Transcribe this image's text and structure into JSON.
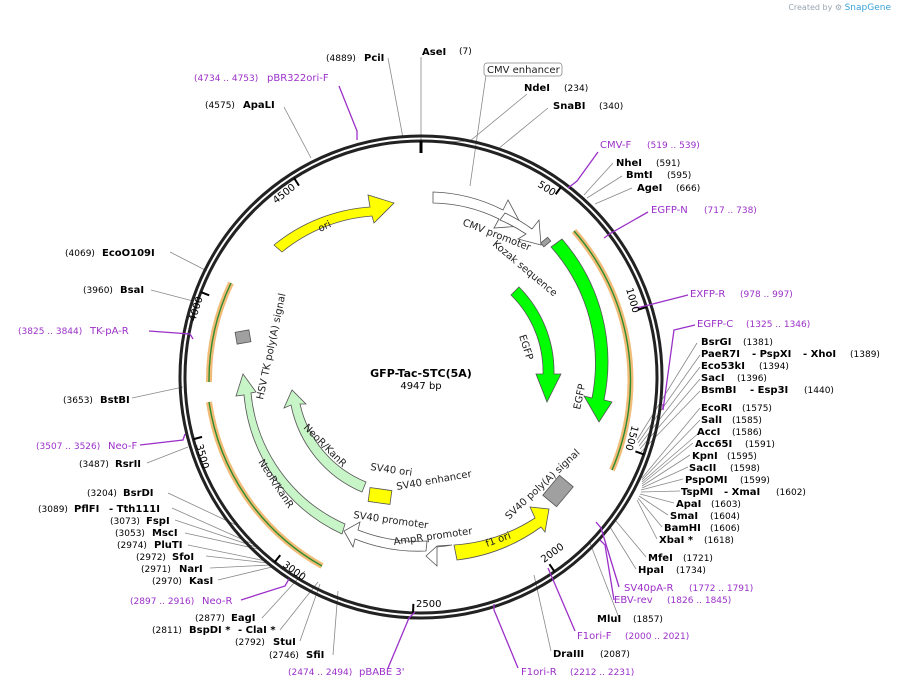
{
  "app": {
    "credit_prefix": "Created by",
    "credit_brand": "SnapGene"
  },
  "plasmid": {
    "name": "GFP-Tac-STC(5A)",
    "length_label": "4947 bp",
    "length": 4947
  },
  "ticks": [
    {
      "pos": 500,
      "label": "500"
    },
    {
      "pos": 1000,
      "label": "1000"
    },
    {
      "pos": 1500,
      "label": "1500"
    },
    {
      "pos": 2000,
      "label": "2000"
    },
    {
      "pos": 2500,
      "label": "2500"
    },
    {
      "pos": 3000,
      "label": "3000"
    },
    {
      "pos": 3500,
      "label": "3500"
    },
    {
      "pos": 4000,
      "label": "4000"
    },
    {
      "pos": 4500,
      "label": "4500"
    }
  ],
  "features": [
    {
      "name": "CMV enhancer",
      "label": "CMV enhancer",
      "boxed": true
    },
    {
      "name": "CMV promoter",
      "label": "CMV promoter"
    },
    {
      "name": "Kozak sequence",
      "label": "Kozak sequence"
    },
    {
      "name": "EGFP-inner",
      "label": "EGFP"
    },
    {
      "name": "EGFP-outer",
      "label": "EGFP"
    },
    {
      "name": "SV40 poly(A) signal",
      "label": "SV40 poly(A) signal"
    },
    {
      "name": "f1 ori",
      "label": "f1 ori"
    },
    {
      "name": "AmpR promoter",
      "label": "AmpR promoter"
    },
    {
      "name": "SV40 promoter",
      "label": "SV40 promoter"
    },
    {
      "name": "SV40 enhancer",
      "label": "SV40 enhancer"
    },
    {
      "name": "SV40 ori",
      "label": "SV40 ori"
    },
    {
      "name": "NeoR/KanR-outer",
      "label": "NeoR/KanR"
    },
    {
      "name": "NeoR/KanR-inner",
      "label": "NeoR/KanR"
    },
    {
      "name": "HSV TK poly(A) signal",
      "label": "HSV TK poly(A) signal"
    },
    {
      "name": "ori",
      "label": "ori"
    }
  ],
  "enzymes": [
    {
      "name": "AseI",
      "pos": "(7)"
    },
    {
      "name": "NdeI",
      "pos": "(234)"
    },
    {
      "name": "SnaBI",
      "pos": "(340)"
    },
    {
      "name": "NheI",
      "pos": "(591)"
    },
    {
      "name": "BmtI",
      "pos": "(595)"
    },
    {
      "name": "AgeI",
      "pos": "(666)"
    },
    {
      "name": "BsrGI",
      "pos": "(1381)"
    },
    {
      "name": "PaeR7I",
      "extra": "- PspXI",
      "extra2": "- XhoI",
      "pos": "(1389)"
    },
    {
      "name": "Eco53kI",
      "pos": "(1394)"
    },
    {
      "name": "SacI",
      "pos": "(1396)"
    },
    {
      "name": "BsmBI",
      "extra": "- Esp3I",
      "pos": "(1440)"
    },
    {
      "name": "EcoRI",
      "pos": "(1575)"
    },
    {
      "name": "SalI",
      "pos": "(1585)"
    },
    {
      "name": "AccI",
      "pos": "(1586)"
    },
    {
      "name": "Acc65I",
      "pos": "(1591)"
    },
    {
      "name": "KpnI",
      "pos": "(1595)"
    },
    {
      "name": "SacII",
      "pos": "(1598)"
    },
    {
      "name": "PspOMI",
      "pos": "(1599)"
    },
    {
      "name": "TspMI",
      "extra": "- XmaI",
      "pos": "(1602)"
    },
    {
      "name": "ApaI",
      "pos": "(1603)"
    },
    {
      "name": "SmaI",
      "pos": "(1604)"
    },
    {
      "name": "BamHI",
      "pos": "(1606)"
    },
    {
      "name": "XbaI *",
      "pos": "(1618)"
    },
    {
      "name": "MfeI",
      "pos": "(1721)"
    },
    {
      "name": "HpaI",
      "pos": "(1734)"
    },
    {
      "name": "MluI",
      "pos": "(1857)"
    },
    {
      "name": "DraIII",
      "pos": "(2087)"
    },
    {
      "name": "SfiI",
      "pos": "(2746)"
    },
    {
      "name": "StuI",
      "pos": "(2792)"
    },
    {
      "name": "BspDI *",
      "extra": "- ClaI *",
      "pos": "(2811)"
    },
    {
      "name": "EagI",
      "pos": "(2877)"
    },
    {
      "name": "KasI",
      "pos": "(2970)"
    },
    {
      "name": "NarI",
      "pos": "(2971)"
    },
    {
      "name": "SfoI",
      "pos": "(2972)"
    },
    {
      "name": "PluTI",
      "pos": "(2974)"
    },
    {
      "name": "MscI",
      "pos": "(3053)"
    },
    {
      "name": "FspI",
      "pos": "(3073)"
    },
    {
      "name": "PflFI",
      "extra": "- Tth111I",
      "pos": "(3089)"
    },
    {
      "name": "BsrDI",
      "pos": "(3204)"
    },
    {
      "name": "RsrII",
      "pos": "(3487)"
    },
    {
      "name": "BstBI",
      "pos": "(3653)"
    },
    {
      "name": "BsaI",
      "pos": "(3960)"
    },
    {
      "name": "EcoO109I",
      "pos": "(4069)"
    },
    {
      "name": "ApaLI",
      "pos": "(4575)"
    },
    {
      "name": "PciI",
      "pos": "(4889)"
    }
  ],
  "primers": [
    {
      "name": "CMV-F",
      "range": "(519 .. 539)"
    },
    {
      "name": "EGFP-N",
      "range": "(717 .. 738)"
    },
    {
      "name": "EXFP-R",
      "range": "(978 .. 997)"
    },
    {
      "name": "EGFP-C",
      "range": "(1325 .. 1346)"
    },
    {
      "name": "SV40pA-R",
      "range": "(1772 .. 1791)"
    },
    {
      "name": "EBV-rev",
      "range": "(1826 .. 1845)"
    },
    {
      "name": "F1ori-F",
      "range": "(2000 .. 2021)"
    },
    {
      "name": "F1ori-R",
      "range": "(2212 .. 2231)"
    },
    {
      "name": "pBABE 3'",
      "range": "(2474 .. 2494)"
    },
    {
      "name": "Neo-R",
      "range": "(2897 .. 2916)"
    },
    {
      "name": "Neo-F",
      "range": "(3507 .. 3526)"
    },
    {
      "name": "TK-pA-R",
      "range": "(3825 .. 3844)"
    },
    {
      "name": "pBR322ori-F",
      "range": "(4734 .. 4753)"
    }
  ],
  "colors": {
    "backbone": "#222222",
    "primer": "#9b30c8",
    "ori": "#ffff00",
    "egfp": "#00ff00",
    "neo": "#c8f5c8",
    "promoter": "#ffffff",
    "polyA": "#a0a0a0",
    "highlight": "#f0b060",
    "green_line": "#2e8b2e"
  }
}
